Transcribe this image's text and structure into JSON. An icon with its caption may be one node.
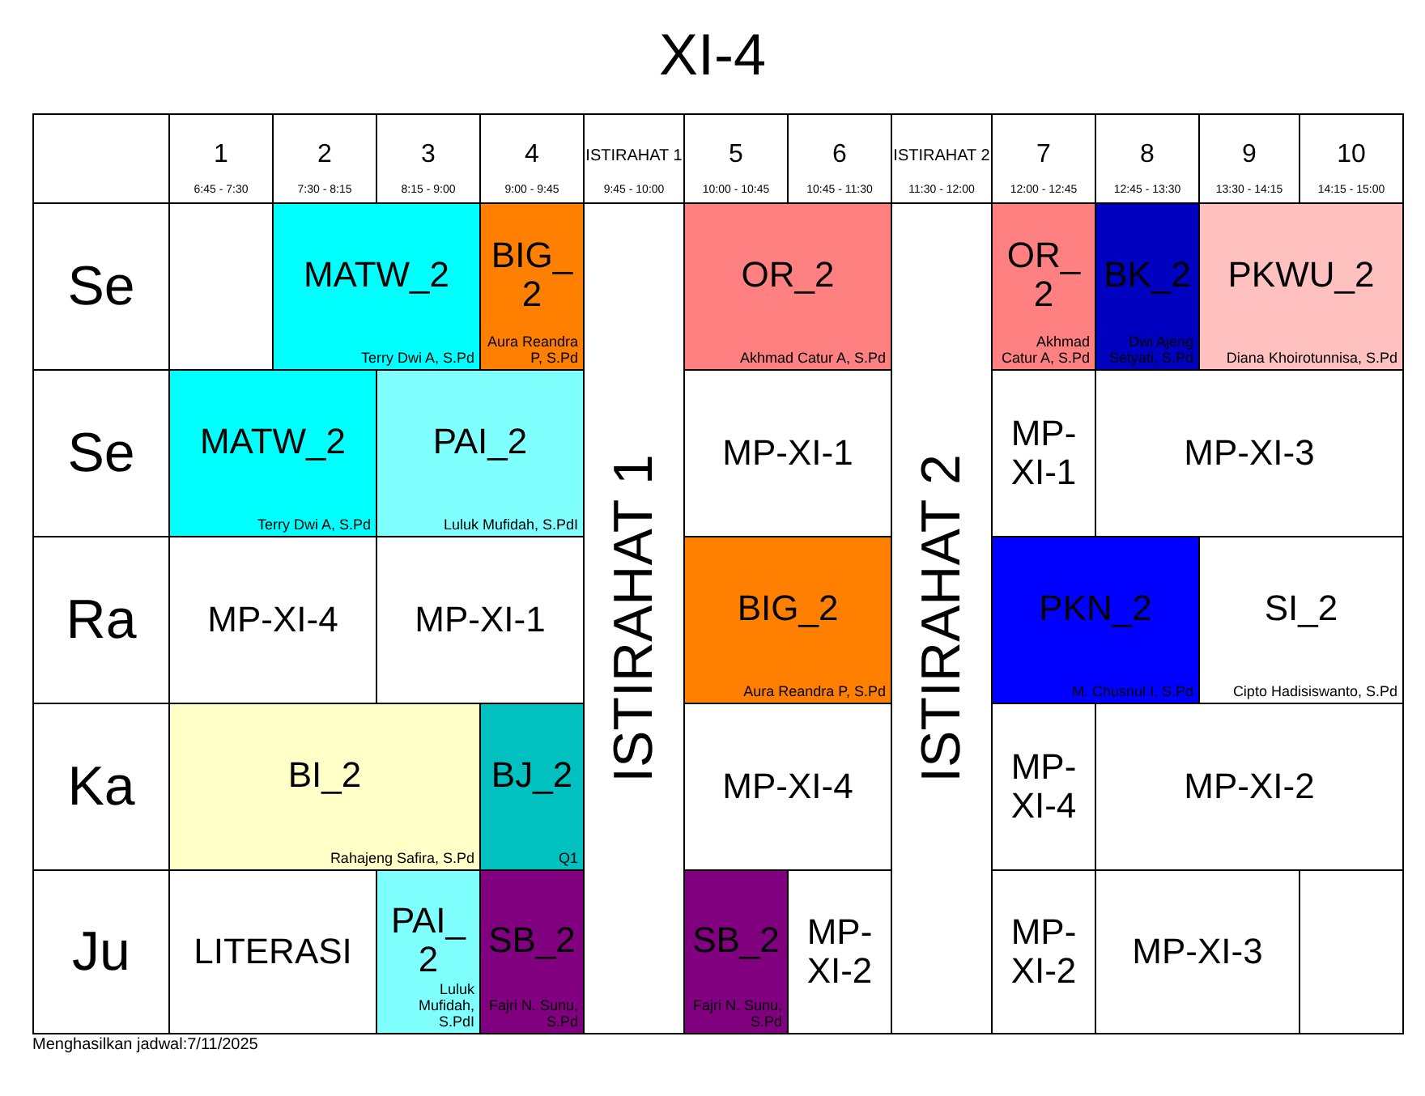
{
  "diagram": {
    "title": "XI-4",
    "nodes": [
      {
        "text": [
          "MATW_2",
          "Terry Dwi A, S.Pd"
        ]
      },
      {
        "text": [
          "BIG_2",
          "Aura Reandra P, S.Pd"
        ]
      },
      {
        "text": [
          "ISTIRAHAT 1"
        ]
      },
      {
        "text": [
          "OR_2",
          "Akhmad Catur A, S.Pd"
        ]
      },
      {
        "text": [
          "ISTIRAHAT 2"
        ]
      },
      {
        "text": [
          "OR_2",
          "Akhmad Catur A, S.Pd"
        ]
      },
      {
        "text": [
          "BK_2",
          "Dwi Ajeng Setyati, S.Pd"
        ]
      },
      {
        "text": [
          "PKWU_2",
          "Diana Khoirotunnisa, S.Pd"
        ]
      },
      {
        "text": [
          "MATW_2",
          "Terry Dwi A, S.Pd"
        ]
      },
      {
        "text": [
          "PAI_2",
          "Luluk Mufidah, S.PdI"
        ]
      },
      {
        "text": [
          "MP-XI-1"
        ]
      },
      {
        "text": [
          "MP-XI-1"
        ]
      },
      {
        "text": [
          "MP-XI-3"
        ]
      },
      {
        "text": [
          "MP-XI-4"
        ]
      },
      {
        "text": [
          "MP-XI-1"
        ]
      },
      {
        "text": [
          "BIG_2",
          "Aura Reandra P, S.Pd"
        ]
      },
      {
        "text": [
          "PKN_2",
          "M. Chusnul I, S.Pd"
        ]
      },
      {
        "text": [
          "SI_2",
          "Cipto Hadisiswanto, S.Pd"
        ]
      },
      {
        "text": [
          "BI_2",
          "Rahajeng Safira, S.Pd"
        ]
      },
      {
        "text": [
          "BJ_2",
          "Q1"
        ]
      },
      {
        "text": [
          "MP-XI-4"
        ]
      },
      {
        "text": [
          "MP-XI-4"
        ]
      },
      {
        "text": [
          "MP-XI-2"
        ]
      },
      {
        "text": [
          "LITERASI"
        ]
      },
      {
        "text": [
          "PAI_2",
          "Luluk Mufidah, S.PdI"
        ]
      },
      {
        "text": [
          "SB_2",
          "Fajri N. Sunu, S.Pd"
        ]
      },
      {
        "text": [
          "SB_2",
          "Fajri N. Sunu, S.Pd"
        ]
      },
      {
        "text": [
          "MP-XI-2"
        ]
      },
      {
        "text": [
          "MP-XI-2"
        ]
      },
      {
        "text": [
          "MP-XI-3"
        ]
      }
    ],
    "labels": [
      "1",
      "6:45 - 7:30",
      "2",
      "7:30 - 8:15",
      "3",
      "8:15 - 9:00",
      "4",
      "9:00 - 9:45",
      "ISTIRAHAT 1",
      "9:45 - 10:00",
      "5",
      "10:00 - 10:45",
      "6",
      "10:45 - 11:30",
      "ISTIRAHAT 2",
      "11:30 - 12:00",
      "7",
      "12:00 - 12:45",
      "8",
      "12:45 - 13:30",
      "9",
      "13:30 - 14:15",
      "10",
      "14:15 - 15:00",
      "Se",
      "Se",
      "Ra",
      "Ka",
      "Ju",
      "Menghasilkan jadwal:7/11/2025"
    ]
  }
}
